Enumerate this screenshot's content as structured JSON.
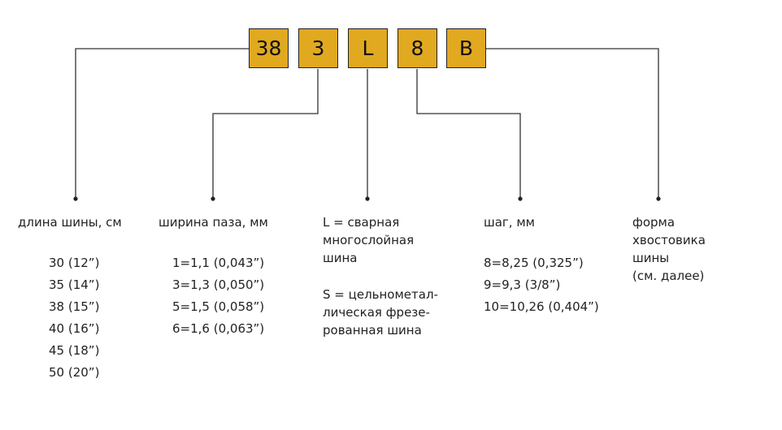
{
  "code_boxes": [
    {
      "label": "38"
    },
    {
      "label": "3"
    },
    {
      "label": "L"
    },
    {
      "label": "8"
    },
    {
      "label": "B"
    }
  ],
  "box_color": "#E0A91F",
  "columns": {
    "length": {
      "title": "длина шины, см",
      "values": [
        "30 (12”)",
        "35 (14”)",
        "38 (15”)",
        "40 (16”)",
        "45 (18”)",
        "50 (20”)"
      ]
    },
    "groove": {
      "title": "ширина паза, мм",
      "values": [
        "1=1,1 (0,043”)",
        "3=1,3 (0,050”)",
        "5=1,5 (0,058”)",
        "6=1,6 (0,063”)"
      ]
    },
    "type": {
      "lines_a": [
        "L = сварная",
        "многослойная",
        "шина"
      ],
      "lines_b": [
        "S = цельнометал-",
        "лическая фрезе-",
        "рованная шина"
      ]
    },
    "pitch": {
      "title": "шаг, мм",
      "values": [
        "8=8,25 (0,325”)",
        "9=9,3 (3/8”)",
        "10=10,26 (0,404”)"
      ]
    },
    "shank": {
      "lines": [
        "форма",
        "хвостовика",
        "шины",
        "(см. далее)"
      ]
    }
  }
}
